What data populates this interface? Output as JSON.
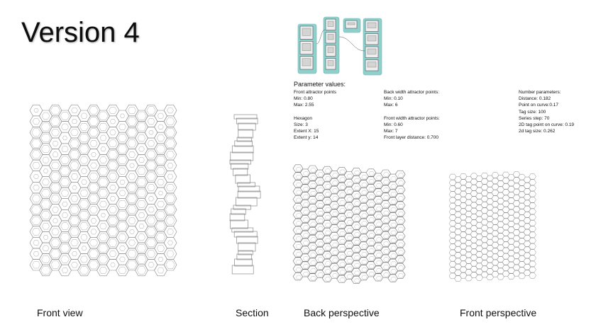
{
  "title": "Version 4",
  "parameters": {
    "heading": "Parameter values:",
    "col1": {
      "front_attractor_title": "Front attractor points",
      "front_attractor_min": "Min: 0.80",
      "front_attractor_max": "Max: 2.55",
      "hexagon_title": "Hexagon",
      "hexagon_size": "Size: 3",
      "hexagon_extent_x": "Extent X: 15",
      "hexagon_extent_y": "Extent y: 14"
    },
    "col2": {
      "back_width_title": "Back width attractor points:",
      "back_width_min": "Min: 0.10",
      "back_width_max": "Max: 6",
      "front_width_title": "Front width attractor points:",
      "front_width_min": "Min: 0.60",
      "front_width_max": "Max: 7",
      "front_layer_distance": "Front layer distance: 0.700"
    },
    "col3": {
      "number_title": "Number parameters:",
      "distance": "Distance: 0.182",
      "point_on_curve": "Point on curve:0.17",
      "tag_size": "Tag size: 100",
      "series_step": "Series step: 70",
      "tag_point_2d": "2D tag point on curve: 0.19",
      "tag_size_2d": "2d tag size: 0.262"
    }
  },
  "captions": {
    "front_view": "Front view",
    "section": "Section",
    "back_perspective": "Back perspective",
    "front_perspective": "Front perspective"
  },
  "colors": {
    "node_highlight": "#8fd0cc",
    "line": "#8a8a8a"
  }
}
